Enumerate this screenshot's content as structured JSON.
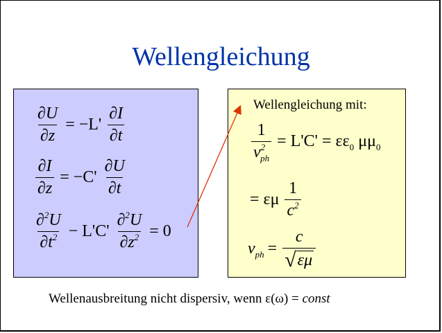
{
  "slide": {
    "title": "Wellengleichung",
    "right_box_header": "Wellengleichung mit:",
    "footer": {
      "text": "Wellenausbreitung nicht dispersiv, wenn ε(ω) = ",
      "emphasis": "const"
    }
  },
  "equations_left": {
    "eq1": {
      "num_l": "∂U",
      "den_l": "∂z",
      "mid": "= −L'",
      "num_r": "∂I",
      "den_r": "∂t"
    },
    "eq2": {
      "num_l": "∂I",
      "den_l": "∂z",
      "mid": "= −C'",
      "num_r": "∂U",
      "den_r": "∂t"
    },
    "eq3": {
      "num_l": "∂",
      "num_l_sup": "2",
      "num_l_var": "U",
      "den_l": "∂t",
      "den_l_sup": "2",
      "mid": "− L'C'",
      "num_r": "∂",
      "num_r_sup": "2",
      "num_r_var": "U",
      "den_r": "∂z",
      "den_r_sup": "2",
      "rhs": "= 0"
    }
  },
  "equations_right": {
    "r1": {
      "num": "1",
      "den_v": "v",
      "den_sub": "ph",
      "den_sup": "2",
      "rhs": "= L'C' = εε",
      "sub0a": "0",
      "mu": " μμ",
      "sub0b": "0"
    },
    "r2": {
      "lhs": "= εμ",
      "num": "1",
      "den": "c",
      "den_sup": "2"
    },
    "r3": {
      "v": "v",
      "sub": "ph",
      "eq": "=",
      "num": "c",
      "rad": "√",
      "under": "εμ"
    }
  },
  "colors": {
    "title": "#0033aa",
    "left_box": "#ccccff",
    "right_box": "#ffffcc",
    "arrow": "#dd3300"
  }
}
